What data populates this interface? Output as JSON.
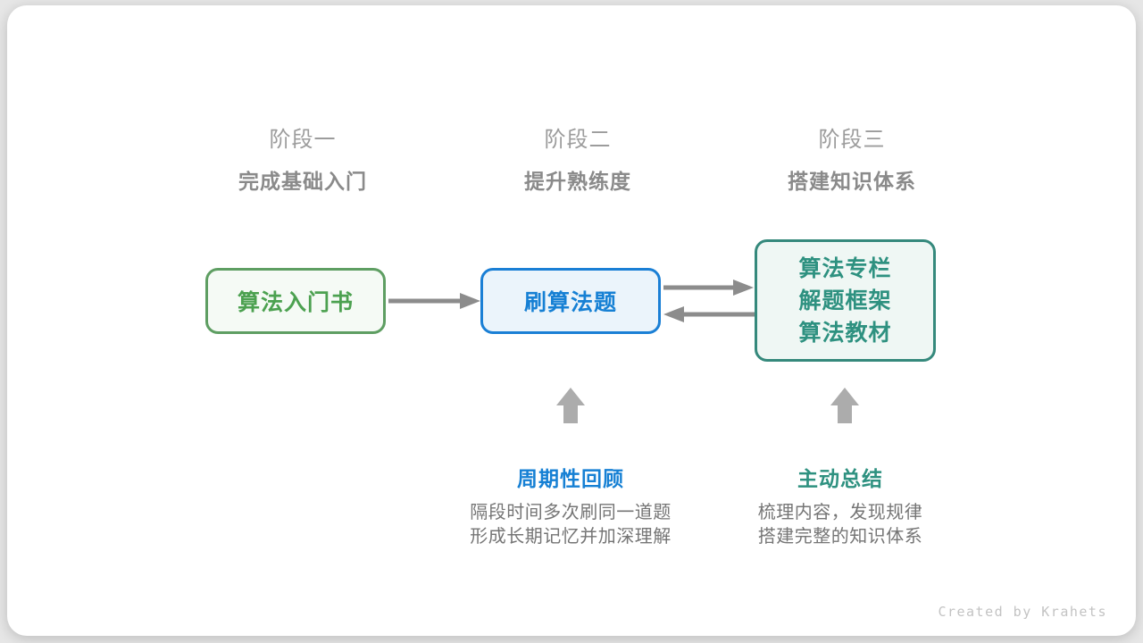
{
  "stages": [
    {
      "label": "阶段一",
      "title": "完成基础入门"
    },
    {
      "label": "阶段二",
      "title": "提升熟练度"
    },
    {
      "label": "阶段三",
      "title": "搭建知识体系"
    }
  ],
  "nodes": {
    "intro_book": {
      "text": "算法入门书"
    },
    "practice": {
      "text": "刷算法题"
    },
    "resources": {
      "lines": [
        "算法专栏",
        "解题框架",
        "算法教材"
      ]
    }
  },
  "annotations": {
    "review": {
      "title": "周期性回顾",
      "lines": [
        "隔段时间多次刷同一道题",
        "形成长期记忆并加深理解"
      ]
    },
    "summary": {
      "title": "主动总结",
      "lines": [
        "梳理内容，发现规律",
        "搭建完整的知识体系"
      ]
    }
  },
  "icons": {
    "flow_arrow": "arrow-right-icon",
    "feedback_forward": "arrow-right-icon",
    "feedback_back": "arrow-left-icon",
    "review_up": "arrow-up-icon",
    "summary_up": "arrow-up-icon"
  },
  "colors": {
    "green_border": "#5e9e62",
    "green_fill": "#f5faf5",
    "green_text": "#4ca150",
    "blue_border": "#1a7fd5",
    "blue_fill": "#ebf4fb",
    "blue_text": "#1680d4",
    "teal_border": "#35897c",
    "teal_fill": "#eff7f4",
    "teal_text": "#2e9180",
    "arrow_gray": "#8c8c8c",
    "block_arrow_gray": "#acacac",
    "stage_label_gray": "#9c9c9c",
    "stage_title_gray": "#8a8a8a",
    "body_text_gray": "#757575",
    "credit_gray": "#c3c3c3"
  },
  "footer": {
    "credit": "Created by Krahets"
  }
}
